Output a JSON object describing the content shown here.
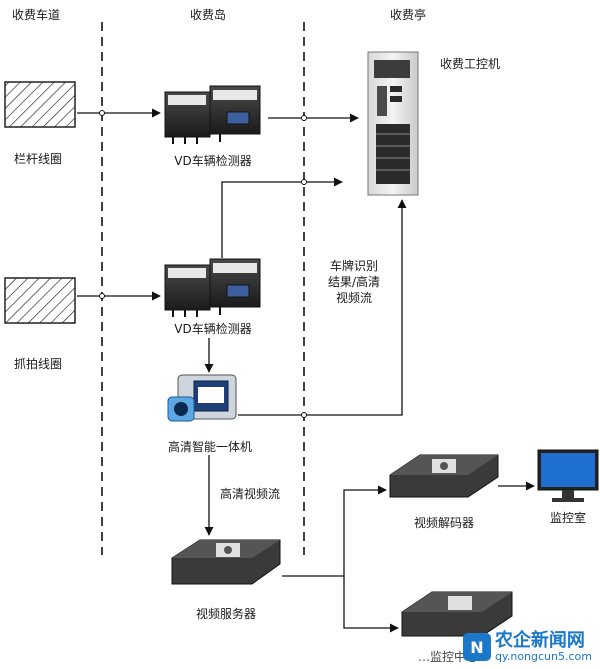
{
  "zones": {
    "lane": "收费车道",
    "island": "收费岛",
    "booth": "收费亭"
  },
  "nodes": {
    "barrier_coil": "栏杆线圈",
    "capture_coil": "抓拍线圈",
    "vd_detector_1": "VD车辆检测器",
    "vd_detector_2": "VD车辆检测器",
    "hd_camera": "高清智能一体机",
    "toll_pc": "收费工控机",
    "video_decoder": "视频解码器",
    "monitor_room": "监控室",
    "video_server": "视频服务器",
    "partial_bottom": "…监控中心"
  },
  "edges": {
    "plate_result_l1": "车牌识别",
    "plate_result_l2": "结果/高清",
    "plate_result_l3": "视频流",
    "hd_stream": "高清视频流"
  },
  "watermark": {
    "brand": "农企新闻网",
    "url": "qy.nongcun5.com"
  },
  "colors": {
    "line": "#111111",
    "device_dark": "#2b2b2b",
    "screen_blue": "#1f6fd1",
    "watermark_blue": "#1b78c9"
  }
}
